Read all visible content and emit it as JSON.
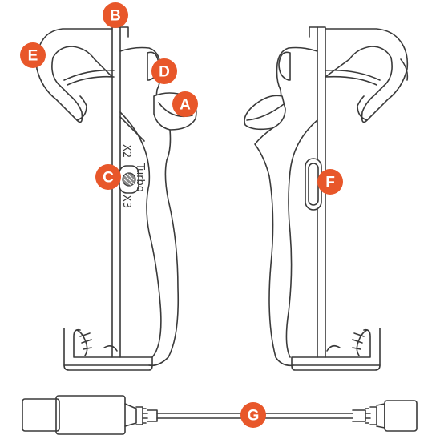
{
  "callouts": {
    "a": "A",
    "b": "B",
    "c": "C",
    "d": "D",
    "e": "E",
    "f": "F",
    "g": "G"
  },
  "switch_labels": {
    "x2": "X2",
    "turbo": "Turbo",
    "x3": "X3"
  },
  "colors": {
    "callout": "#e8572a",
    "line": "#3a3a3a"
  }
}
